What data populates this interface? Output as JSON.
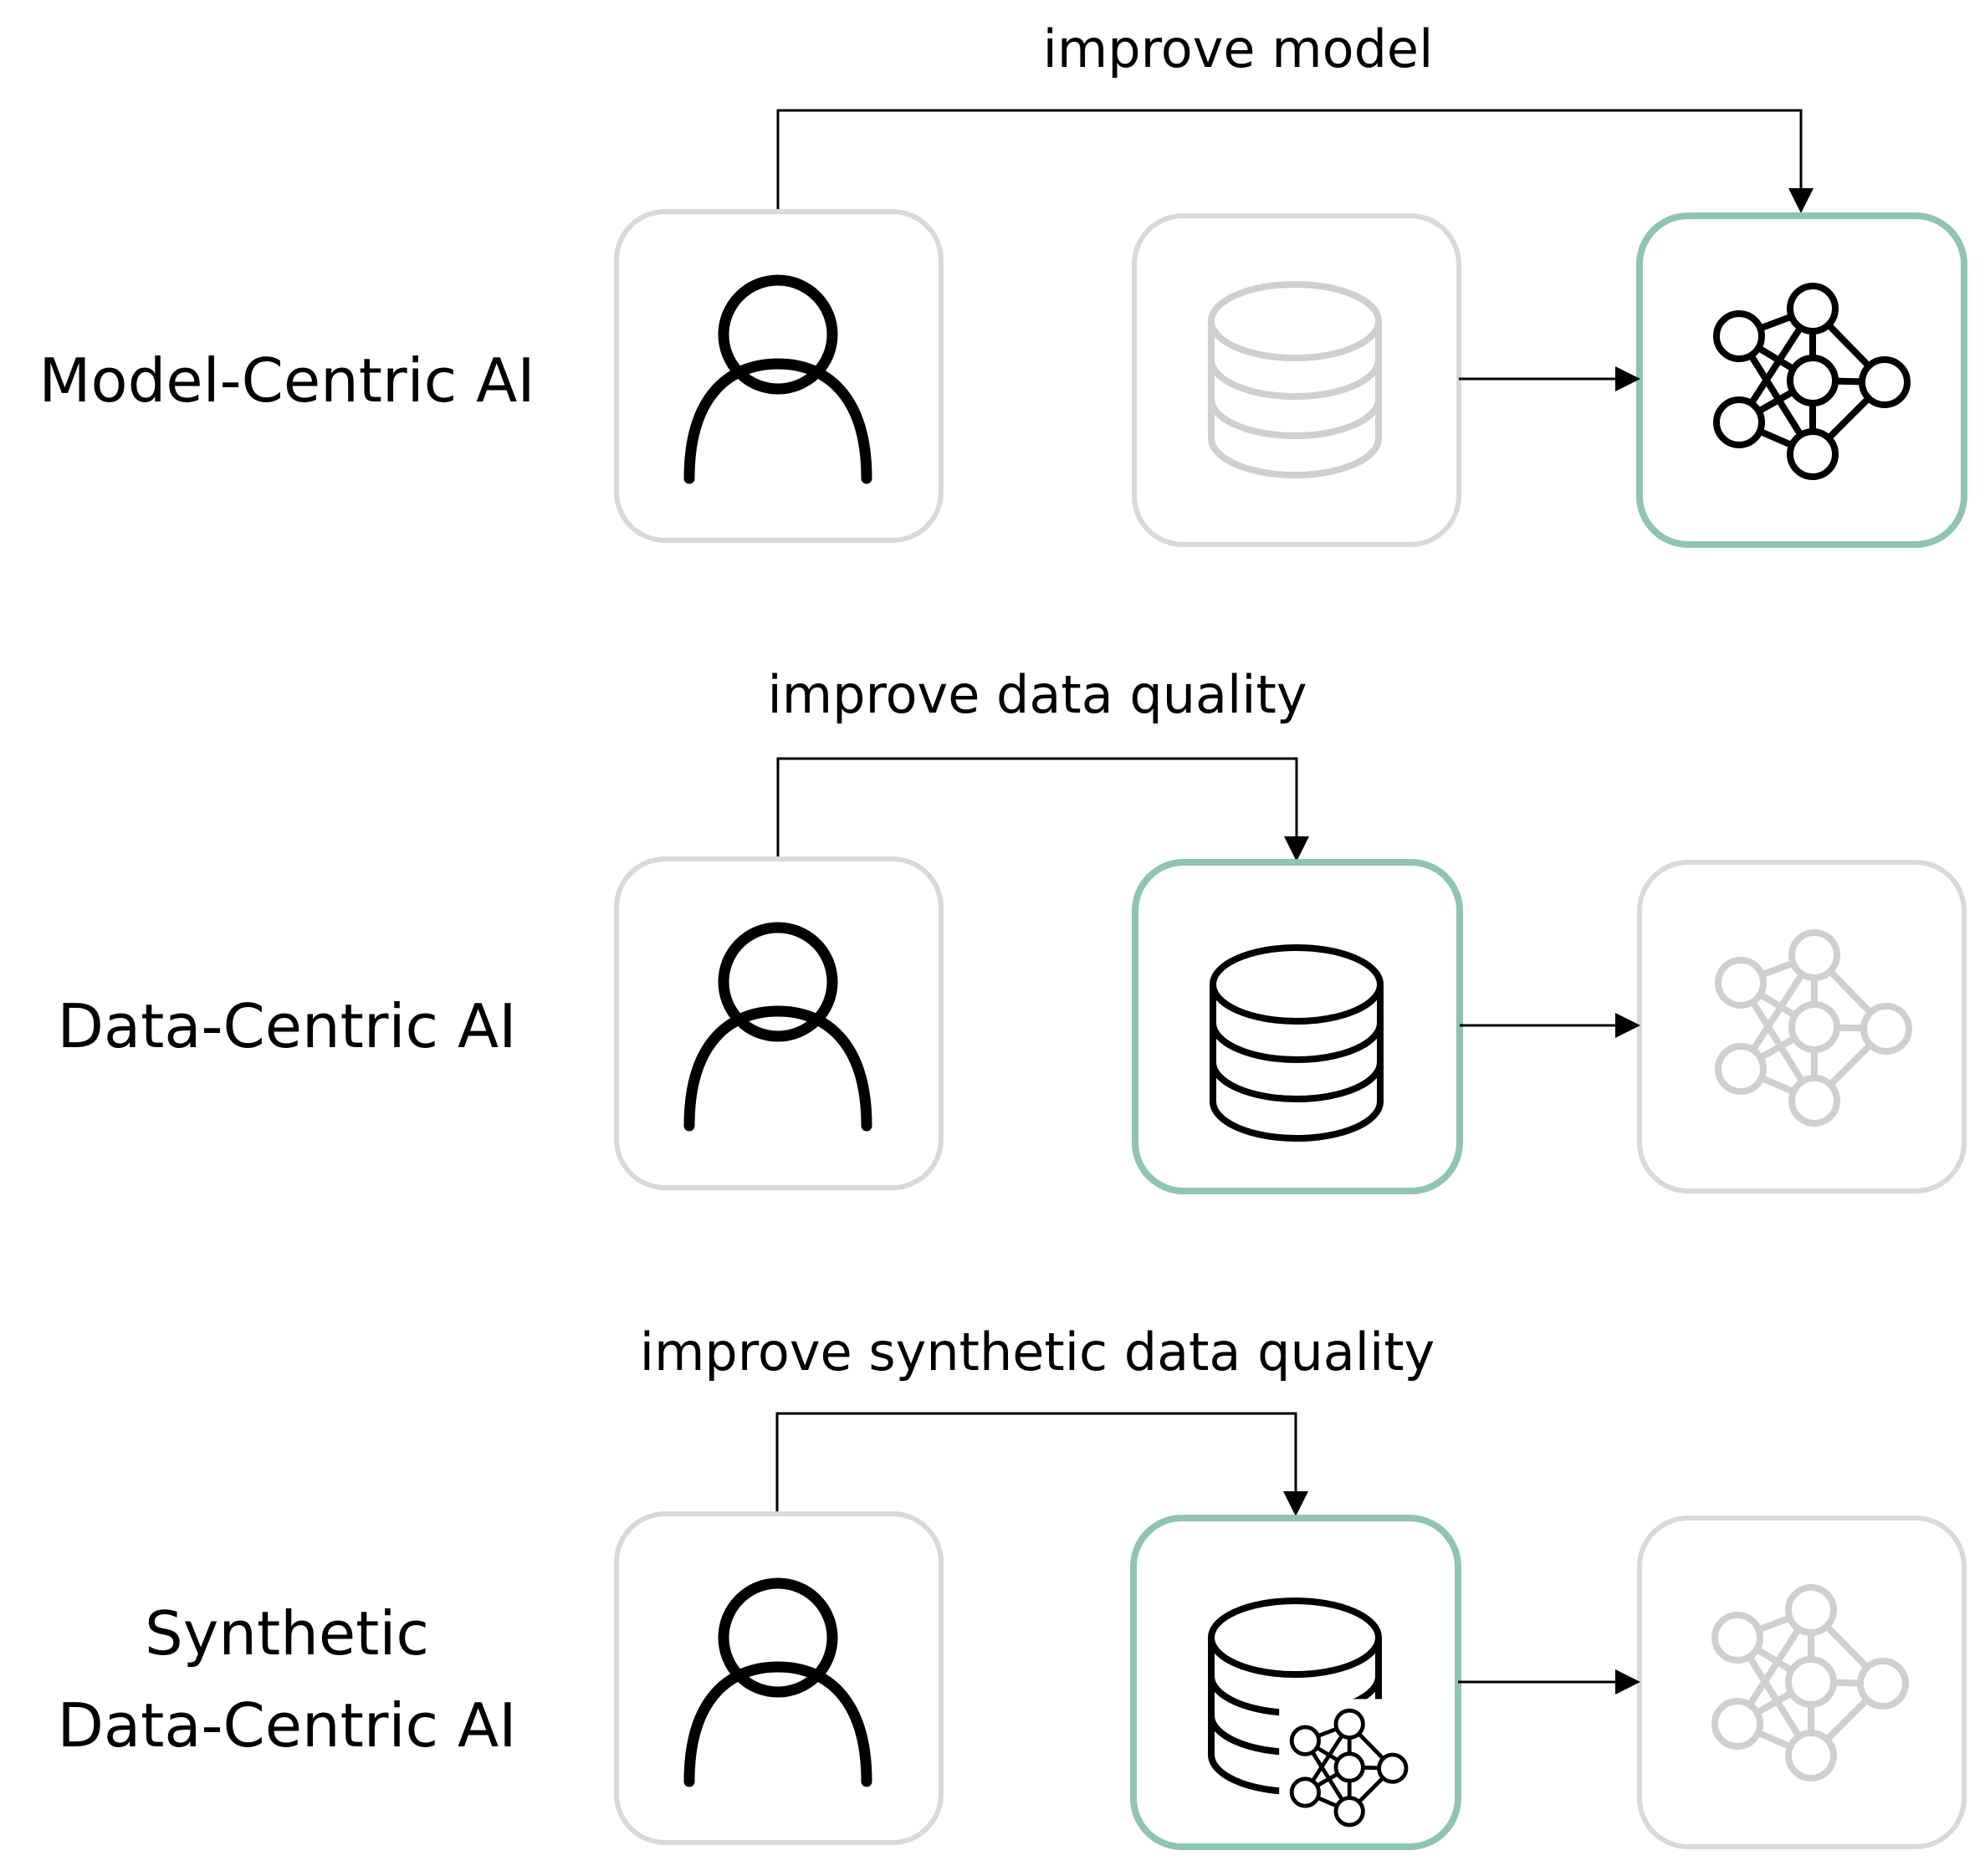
{
  "rows": [
    {
      "id": "model-centric",
      "label_lines": [
        "Model-Centric AI"
      ],
      "loop_label": "improve model",
      "loop_target": "model",
      "active_box": "model",
      "icons": {
        "person": "person-icon",
        "data": "database-icon",
        "model": "neural-network-icon"
      }
    },
    {
      "id": "data-centric",
      "label_lines": [
        "Data-Centric AI"
      ],
      "loop_label": "improve data quality",
      "loop_target": "data",
      "active_box": "data",
      "icons": {
        "person": "person-icon",
        "data": "database-icon",
        "model": "neural-network-icon"
      }
    },
    {
      "id": "synthetic-data-centric",
      "label_lines": [
        "Synthetic",
        "Data-Centric AI"
      ],
      "loop_label": "improve synthetic data quality",
      "loop_target": "data",
      "active_box": "data",
      "icons": {
        "person": "person-icon",
        "data": "synthetic-database-icon",
        "model": "neural-network-icon"
      }
    }
  ],
  "colors": {
    "active_border": "#8fc4b0",
    "inactive_border": "#d9d9d9",
    "icon_active": "#000000",
    "icon_faded": "#cfcfcf",
    "connector": "#000000"
  }
}
